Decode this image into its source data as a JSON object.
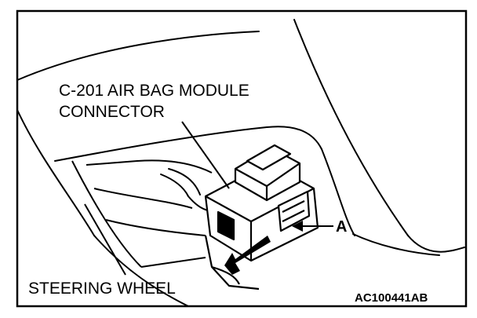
{
  "labels": {
    "connector_line1": "C-201 AIR BAG MODULE",
    "connector_line2": "CONNECTOR",
    "callout_a": "A",
    "steering_wheel": "STEERING WHEEL",
    "figure_code": "AC100441AB"
  },
  "colors": {
    "ink": "#000000",
    "paper": "#ffffff"
  }
}
